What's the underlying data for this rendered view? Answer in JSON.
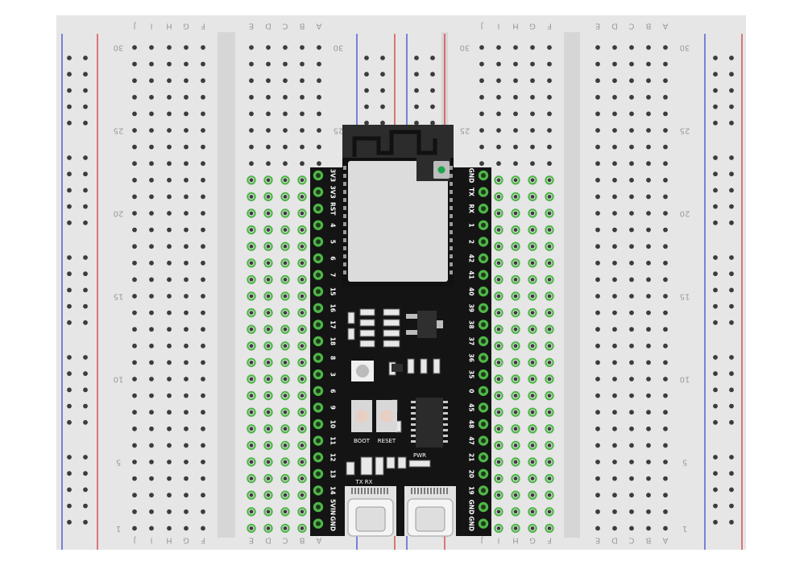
{
  "breadboard": {
    "row_numbers": [
      "30",
      "25",
      "20",
      "15",
      "10",
      "5",
      "1"
    ],
    "row_number_rows": [
      30,
      25,
      20,
      15,
      10,
      5,
      1
    ],
    "left_cols": [
      "J",
      "I",
      "H",
      "G",
      "F"
    ],
    "right_cols": [
      "E",
      "D",
      "C",
      "B",
      "A"
    ],
    "colors": {
      "board": "#e6e6e6",
      "divider": "#d6d6d6",
      "hole": "#3c3c3c",
      "hole_active": "#4fb648",
      "rail_red": "#d22b2b",
      "rail_blue": "#2b3fd2"
    }
  },
  "module": {
    "left_pins": [
      "3V3",
      "3V3",
      "RST",
      "4",
      "5",
      "6",
      "7",
      "15",
      "16",
      "17",
      "18",
      "8",
      "3",
      "6",
      "9",
      "10",
      "11",
      "12",
      "13",
      "14",
      "5VIN",
      "GND"
    ],
    "right_pins": [
      "GND",
      "TX",
      "RX",
      "1",
      "2",
      "42",
      "41",
      "40",
      "39",
      "38",
      "37",
      "36",
      "35",
      "0",
      "45",
      "48",
      "47",
      "21",
      "20",
      "19",
      "GND",
      "GND"
    ],
    "buttons": [
      "BOOT",
      "RESET"
    ],
    "pwr_label": "PWR",
    "txrx_label": "TX RX",
    "colors": {
      "pcb": "#141414",
      "pin": "#4fb648",
      "shield": "#dcdcdc",
      "antenna": "#2c2c2c",
      "led": "#1aa84a"
    }
  }
}
